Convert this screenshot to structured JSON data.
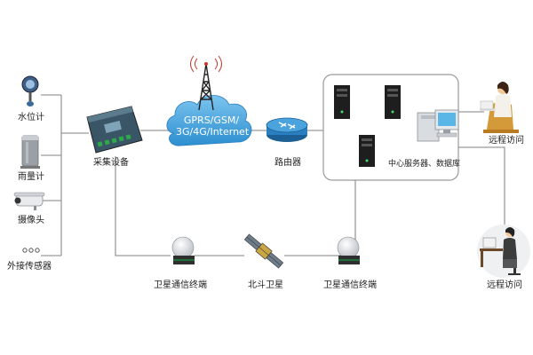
{
  "sensors": {
    "water_level": "水位计",
    "rain_gauge": "雨量计",
    "camera": "摄像头",
    "external_sensor": "外接传感器",
    "dots": "○○○"
  },
  "acquisition_device": "采集设备",
  "network": {
    "line1": "GPRS/GSM/",
    "line2": "3G/4G/Internet"
  },
  "router": "路由器",
  "server_center": "中心服务器、数据库",
  "remote_access_top": "远程访问",
  "remote_access_bottom": "远程访问",
  "satellite": {
    "terminal_left": "卫星通信终端",
    "beidou": "北斗卫星",
    "terminal_right": "卫星通信终端"
  },
  "colors": {
    "line": "#9a9a9a",
    "cloud": "#4aa3dd",
    "router": "#2a7fc0",
    "device": "#3a5566",
    "terminal": "#1f6f3a",
    "pc_screen": "#5ab6e6"
  }
}
